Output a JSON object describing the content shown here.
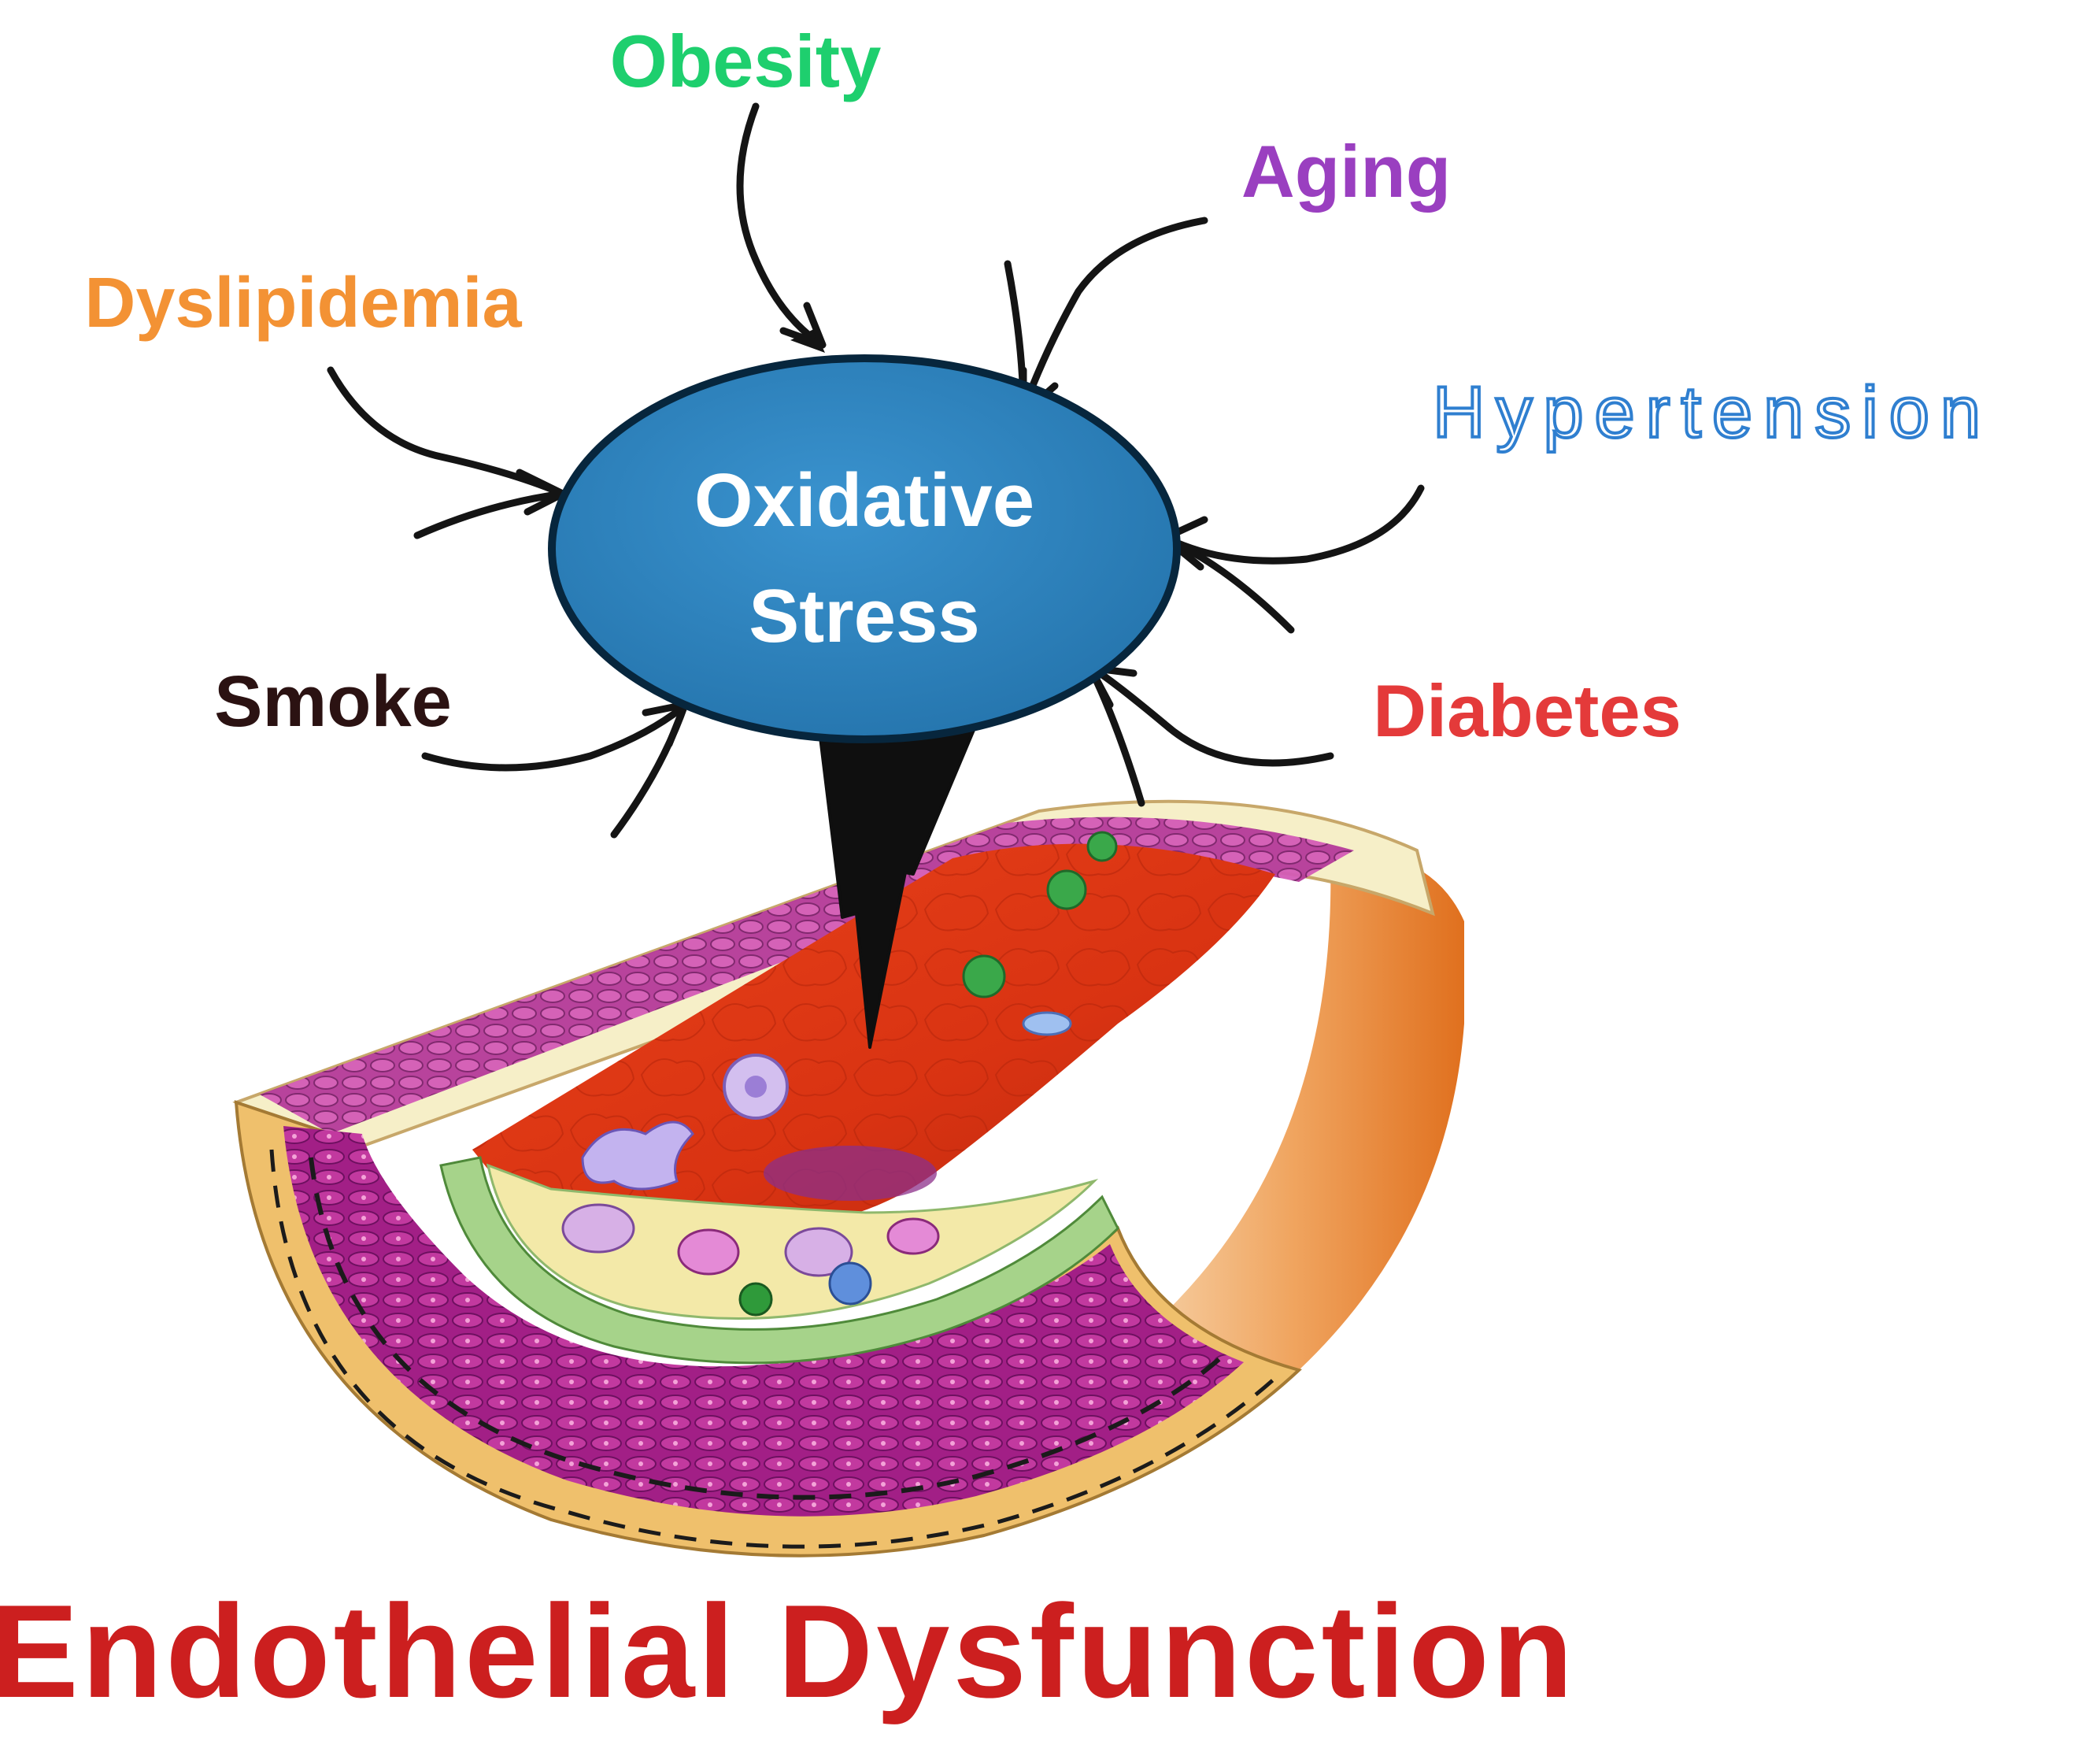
{
  "center": {
    "line1": "Oxidative",
    "line2": "Stress",
    "fill": "#2a80b9",
    "stroke": "#07263d"
  },
  "factors": {
    "obesity": {
      "label": "Obesity",
      "color": "#1ecf6e"
    },
    "aging": {
      "label": "Aging",
      "color": "#9a3fc0"
    },
    "dyslipidemia": {
      "label": "Dyslipidemia",
      "color": "#f39234"
    },
    "hypertension": {
      "label": "Hypertension",
      "color": "#2f7fd0"
    },
    "smoke": {
      "label": "Smoke",
      "color": "#2b1212"
    },
    "diabetes": {
      "label": "Diabetes",
      "color": "#e43a3a"
    }
  },
  "outcome": {
    "label": "Endothelial Dysfunction",
    "color": "#cc1f1f"
  },
  "illustration": {
    "subject": "artery-cross-section"
  }
}
